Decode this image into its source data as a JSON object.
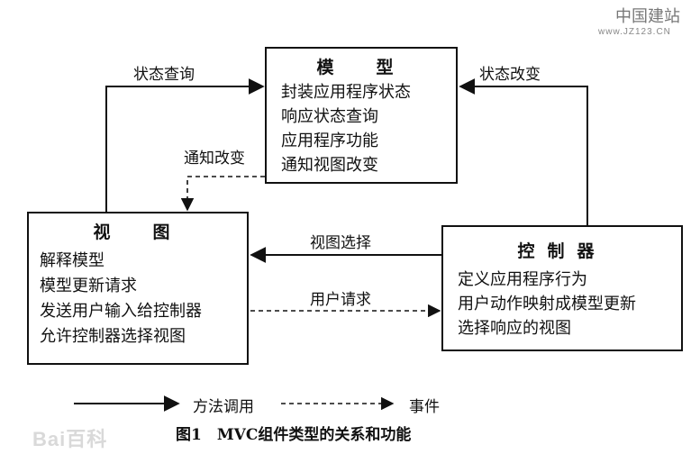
{
  "watermark": {
    "site_name": "中国建站",
    "site_url": "www.JZ123.CN",
    "bottom_logo": "Bai百科"
  },
  "model": {
    "title": "模　型",
    "lines": [
      "封装应用程序状态",
      "响应状态查询",
      "应用程序功能",
      "通知视图改变"
    ]
  },
  "view": {
    "title": "视　图",
    "lines": [
      "解释模型",
      "模型更新请求",
      "发送用户输入给控制器",
      "允许控制器选择视图"
    ]
  },
  "controller": {
    "title": "控制器",
    "lines": [
      "定义应用程序行为",
      "用户动作映射成模型更新",
      "选择响应的视图"
    ]
  },
  "edges": {
    "state_query": "状态查询",
    "state_change": "状态改变",
    "notify_change": "通知改变",
    "view_select": "视图选择",
    "user_request": "用户请求"
  },
  "legend": {
    "method_call": "方法调用",
    "event": "事件"
  },
  "caption": "图1　MVC组件类型的关系和功能"
}
